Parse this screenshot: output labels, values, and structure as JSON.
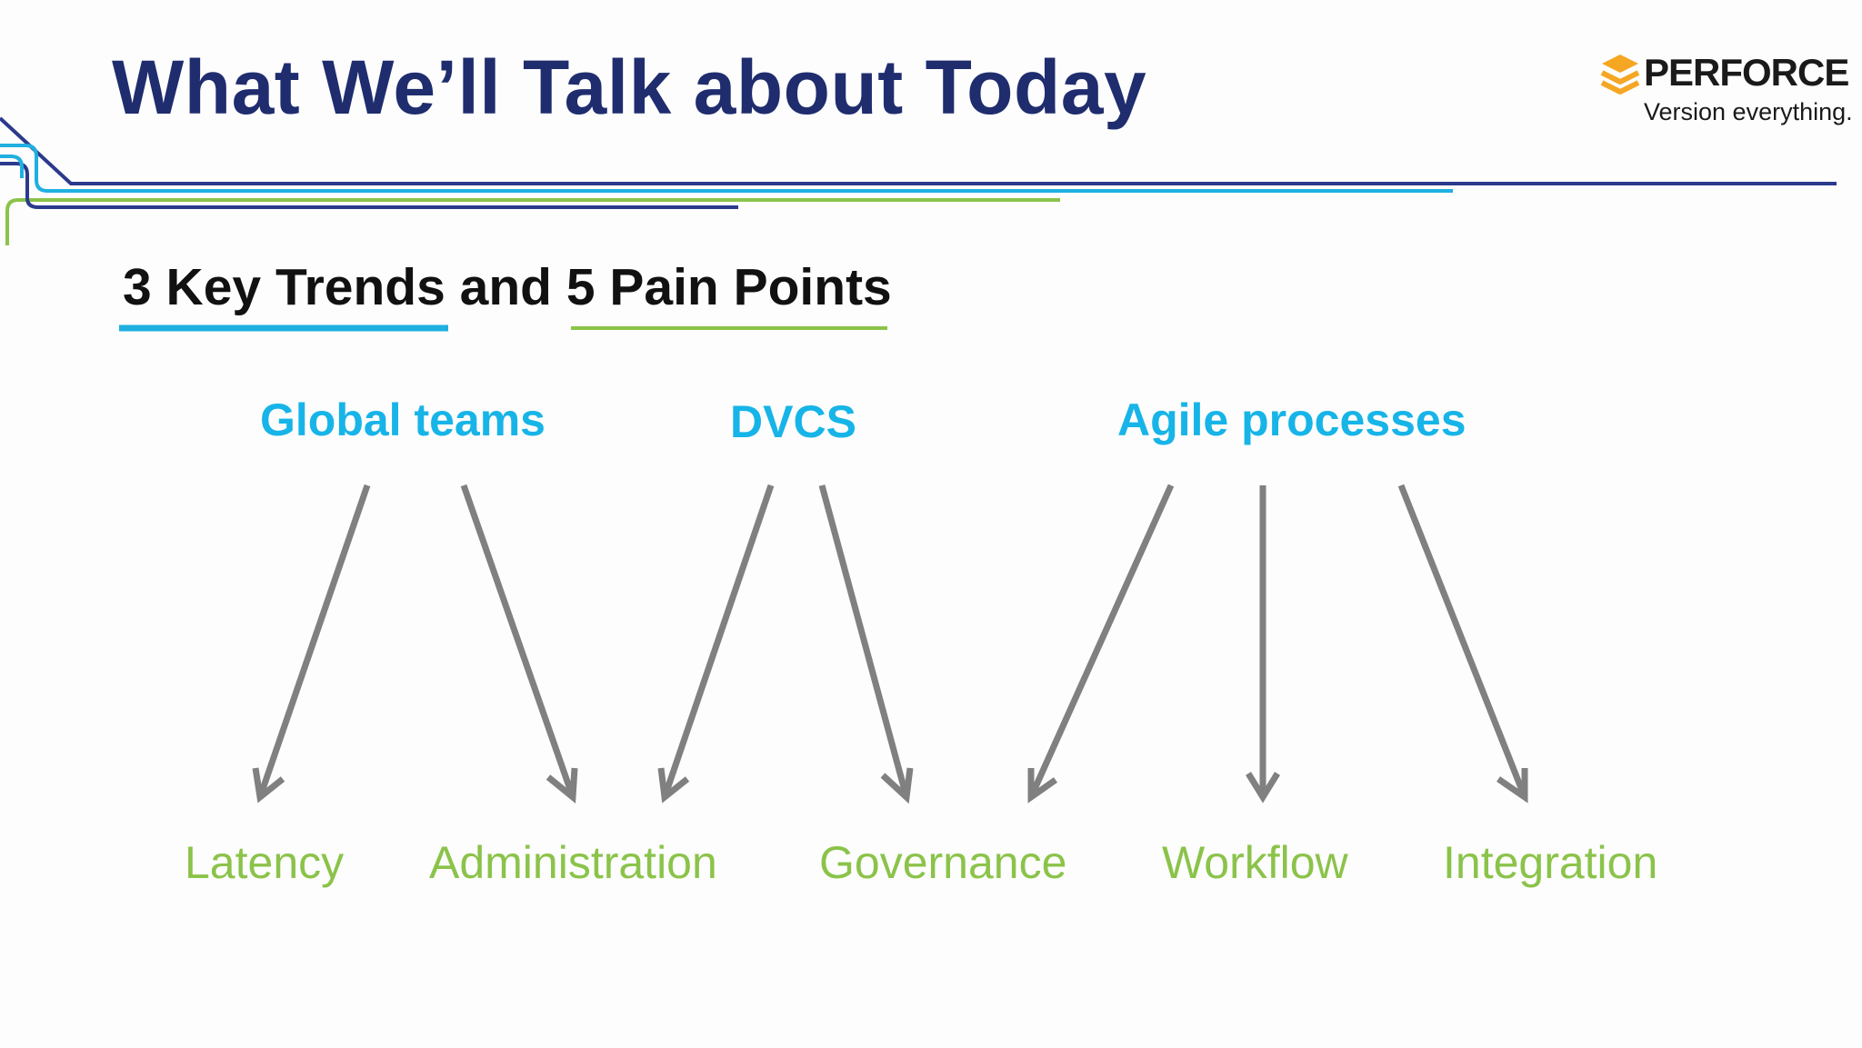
{
  "title": "What We’ll Talk about Today",
  "logo": {
    "name": "PERFORCE",
    "tagline": "Version everything.",
    "icon": "stacked-layers-icon"
  },
  "subtitle": "3 Key Trends and 5 Pain Points",
  "trends": [
    {
      "label": "Global teams"
    },
    {
      "label": "DVCS"
    },
    {
      "label": "Agile processes"
    }
  ],
  "pain_points": [
    {
      "label": "Latency"
    },
    {
      "label": "Administration"
    },
    {
      "label": "Governance"
    },
    {
      "label": "Workflow"
    },
    {
      "label": "Integration"
    }
  ],
  "links": [
    {
      "from": "Global teams",
      "to": "Latency"
    },
    {
      "from": "Global teams",
      "to": "Administration"
    },
    {
      "from": "DVCS",
      "to": "Administration"
    },
    {
      "from": "DVCS",
      "to": "Governance"
    },
    {
      "from": "Agile processes",
      "to": "Governance"
    },
    {
      "from": "Agile processes",
      "to": "Workflow"
    },
    {
      "from": "Agile processes",
      "to": "Integration"
    }
  ],
  "colors": {
    "title": "#1f2d6e",
    "trend": "#17b4e8",
    "pain_point": "#8bc34a",
    "arrow": "#808080",
    "accent_navy": "#2b3a8c",
    "accent_cyan": "#1fb0e0",
    "accent_green": "#8bc34a"
  }
}
